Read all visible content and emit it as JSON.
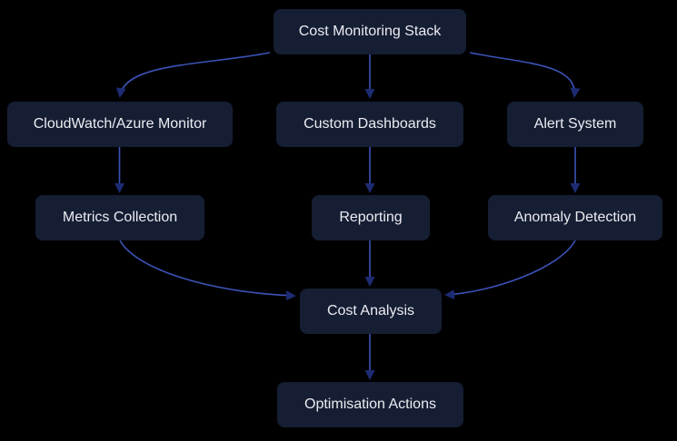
{
  "diagram": {
    "type": "flowchart",
    "direction": "top-down",
    "background_color": "#000000",
    "node_fill_color": "#151e33",
    "node_text_color": "#ececf2",
    "edge_color": "#3c53b8",
    "arrowhead_color": "#1d2b72",
    "nodes": [
      {
        "id": "cost-monitoring-stack",
        "label": "Cost Monitoring Stack"
      },
      {
        "id": "cloudwatch-azure-monitor",
        "label": "CloudWatch/Azure Monitor"
      },
      {
        "id": "custom-dashboards",
        "label": "Custom Dashboards"
      },
      {
        "id": "alert-system",
        "label": "Alert System"
      },
      {
        "id": "metrics-collection",
        "label": "Metrics Collection"
      },
      {
        "id": "reporting",
        "label": "Reporting"
      },
      {
        "id": "anomaly-detection",
        "label": "Anomaly Detection"
      },
      {
        "id": "cost-analysis",
        "label": "Cost Analysis"
      },
      {
        "id": "optimisation-actions",
        "label": "Optimisation Actions"
      }
    ],
    "edges": [
      {
        "from": "cost-monitoring-stack",
        "to": "cloudwatch-azure-monitor"
      },
      {
        "from": "cost-monitoring-stack",
        "to": "custom-dashboards"
      },
      {
        "from": "cost-monitoring-stack",
        "to": "alert-system"
      },
      {
        "from": "cloudwatch-azure-monitor",
        "to": "metrics-collection"
      },
      {
        "from": "custom-dashboards",
        "to": "reporting"
      },
      {
        "from": "alert-system",
        "to": "anomaly-detection"
      },
      {
        "from": "metrics-collection",
        "to": "cost-analysis"
      },
      {
        "from": "reporting",
        "to": "cost-analysis"
      },
      {
        "from": "anomaly-detection",
        "to": "cost-analysis"
      },
      {
        "from": "cost-analysis",
        "to": "optimisation-actions"
      }
    ]
  }
}
